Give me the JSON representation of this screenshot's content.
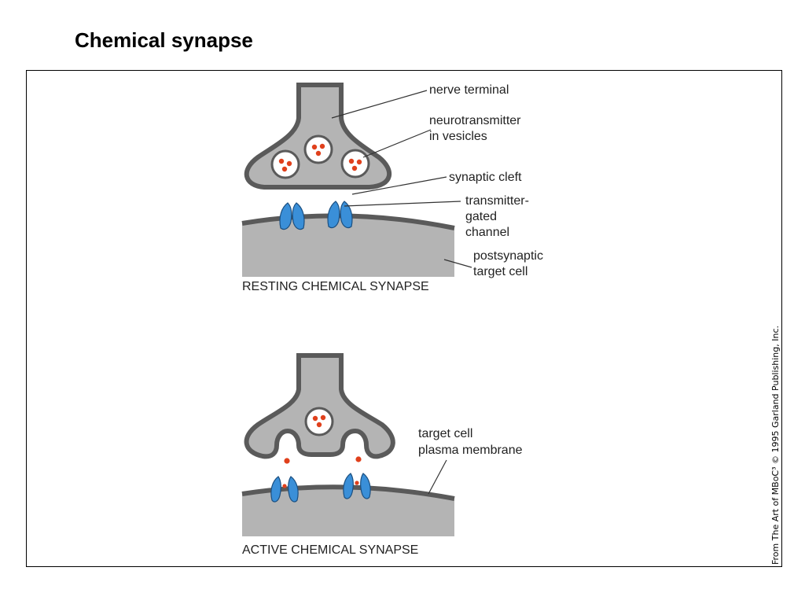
{
  "slide": {
    "title": "Chemical synapse"
  },
  "diagram": {
    "resting": {
      "caption": "RESTING CHEMICAL SYNAPSE",
      "labels": {
        "nerve_terminal": "nerve terminal",
        "neurotransmitter_1": "neurotransmitter",
        "neurotransmitter_2": "in vesicles",
        "synaptic_cleft": "synaptic cleft",
        "channel_1": "transmitter-",
        "channel_2": "gated",
        "channel_3": "channel",
        "postsynaptic_1": "postsynaptic",
        "postsynaptic_2": "target cell"
      }
    },
    "active": {
      "caption": "ACTIVE CHEMICAL SYNAPSE",
      "labels": {
        "membrane_1": "target cell",
        "membrane_2": "plasma membrane"
      }
    },
    "credit": "From The Art of MBoC³ © 1995 Garland Publishing, Inc.",
    "colors": {
      "membrane_fill": "#b4b4b4",
      "membrane_edge": "#5a5a5a",
      "neurotransmitter": "#e0401c",
      "channel": "#3a8fd8"
    }
  }
}
